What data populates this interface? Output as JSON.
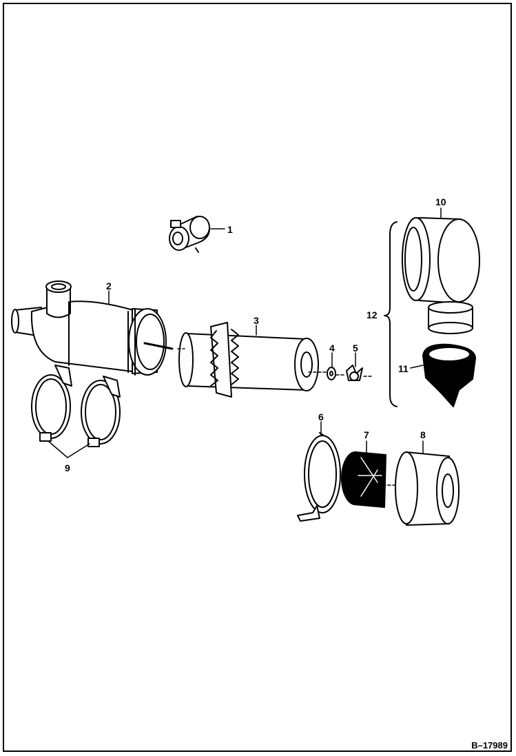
{
  "figure": {
    "id": "B–17989",
    "callouts": {
      "c1": "1",
      "c2": "2",
      "c3": "3",
      "c4": "4",
      "c5": "5",
      "c6": "6",
      "c7": "7",
      "c8": "8",
      "c9": "9",
      "c10": "10",
      "c11": "11",
      "c12": "12"
    }
  },
  "colors": {
    "ink": "#000000",
    "paper": "#ffffff"
  }
}
